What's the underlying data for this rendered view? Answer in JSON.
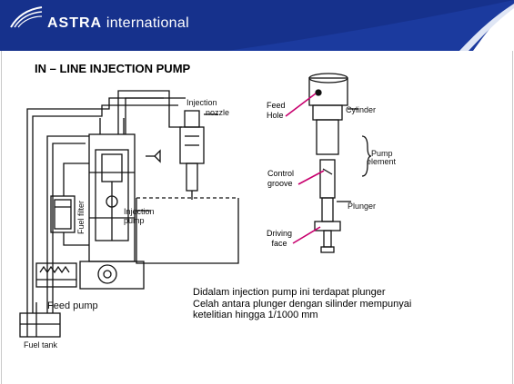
{
  "header": {
    "brand_bold": "ASTRA",
    "brand_light": "international",
    "colors": {
      "background": "#16318c",
      "text": "#ffffff"
    }
  },
  "slide": {
    "title": "IN – LINE  INJECTION PUMP"
  },
  "diagram": {
    "left_labels": {
      "injection_nozzle_1": "Injection",
      "injection_nozzle_2": "nozzle",
      "fuel_filter": "Fuel filter",
      "injection_pump_1": "Injection",
      "injection_pump_2": "pump",
      "feed_pump": "Feed pump",
      "fuel_tank": "Fuel tank"
    },
    "right_labels": {
      "cylinder": "Cylinder",
      "pump_element_1": "Pump",
      "pump_element_2": "element",
      "plunger": "Plunger"
    },
    "callouts": {
      "feed_hole_1": "Feed",
      "feed_hole_2": "Hole",
      "control_groove_1": "Control",
      "control_groove_2": "groove",
      "driving_face_1": "Driving",
      "driving_face_2": "face"
    },
    "callout_color": "#c8006e"
  },
  "description": {
    "line1": "Didalam injection pump ini terdapat plunger",
    "line2": "Celah antara plunger dengan silinder mempunyai",
    "line3": "ketelitian hingga 1/1000 mm"
  }
}
